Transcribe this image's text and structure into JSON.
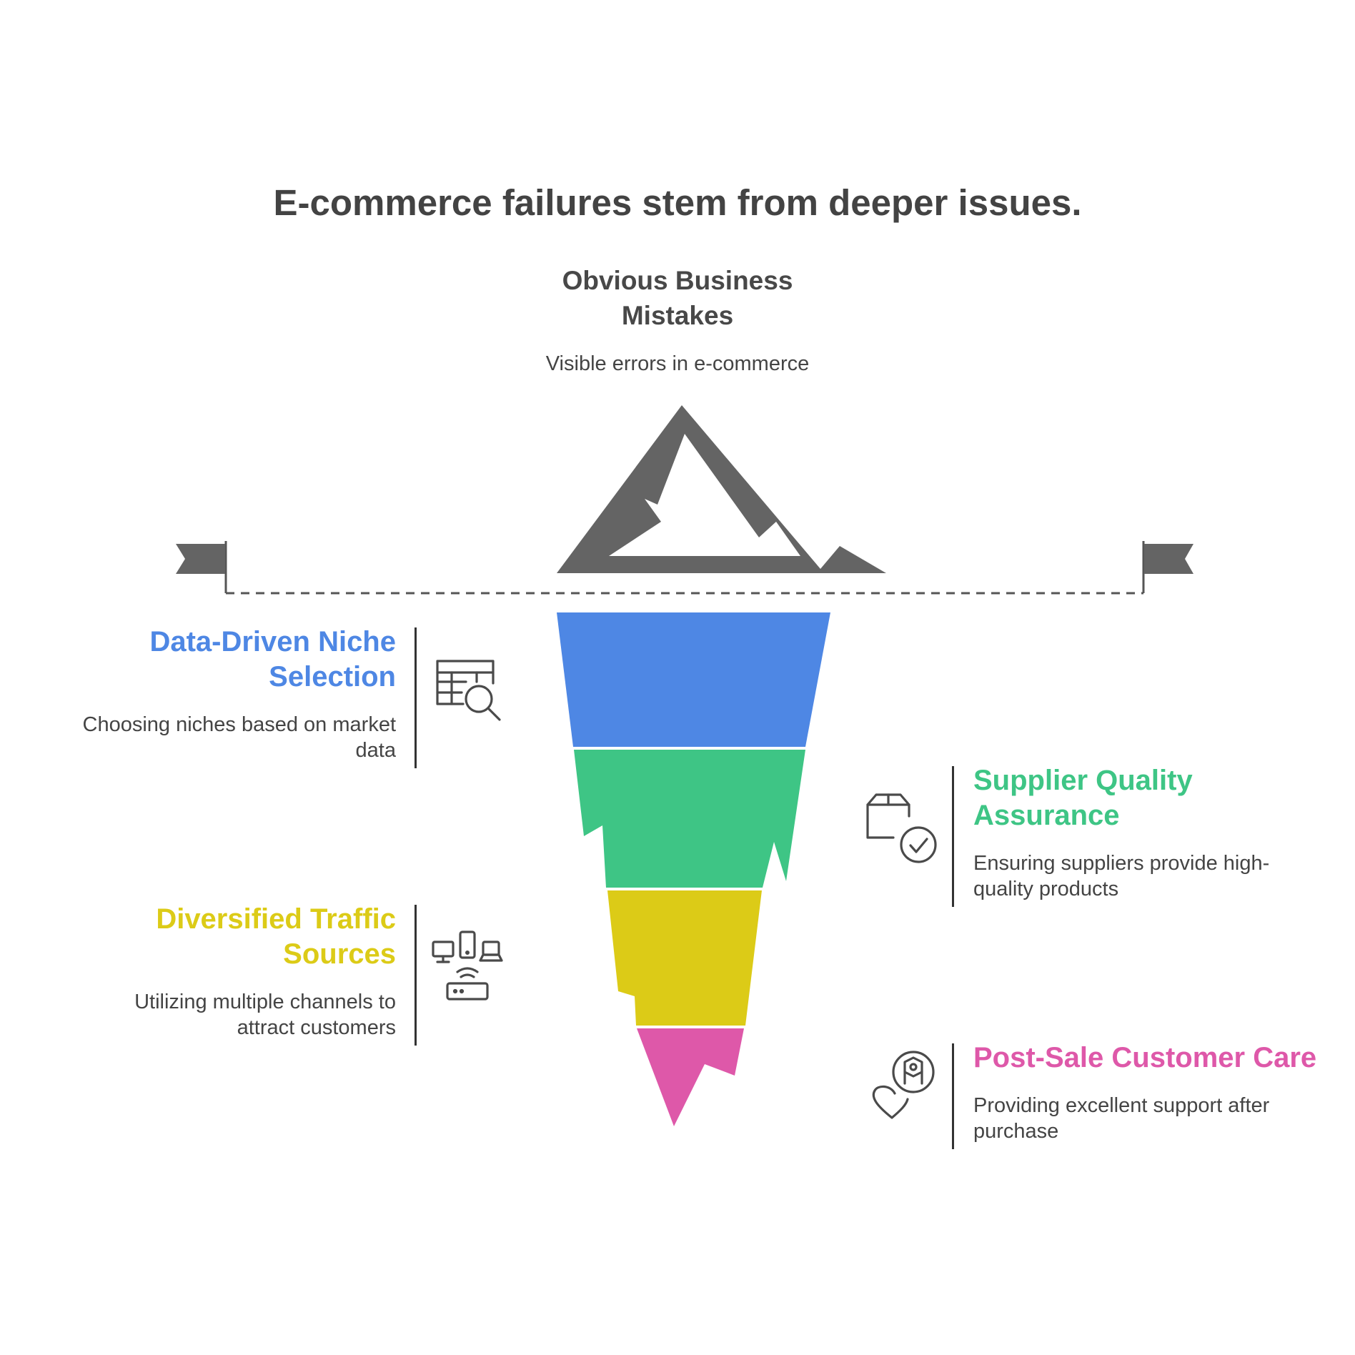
{
  "title": "E-commerce failures stem from deeper issues.",
  "tip": {
    "title_line1": "Obvious Business",
    "title_line2": "Mistakes",
    "description": "Visible errors in e-commerce"
  },
  "layers": [
    {
      "title_line1": "Data-Driven Niche",
      "title_line2": "Selection",
      "desc_line1": "Choosing niches based on market",
      "desc_line2": "data",
      "color": "#4E87E4",
      "icon": "table-search-icon",
      "side": "left"
    },
    {
      "title_line1": "Supplier Quality",
      "title_line2": "Assurance",
      "desc_line1": "Ensuring suppliers provide high-",
      "desc_line2": "quality products",
      "color": "#3EC585",
      "icon": "box-check-icon",
      "side": "right"
    },
    {
      "title_line1": "Diversified Traffic",
      "title_line2": "Sources",
      "desc_line1": "Utilizing multiple channels to",
      "desc_line2": "attract customers",
      "color": "#DCCB17",
      "icon": "devices-network-icon",
      "side": "left"
    },
    {
      "title_line1": "Post-Sale Customer Care",
      "title_line2": "",
      "desc_line1": "Providing excellent support after",
      "desc_line2": "purchase",
      "color": "#DE58A9",
      "icon": "heart-support-icon",
      "side": "right"
    }
  ],
  "colors": {
    "iceberg_tip": "#646464",
    "waterline": "#555555",
    "text": "#444444"
  }
}
